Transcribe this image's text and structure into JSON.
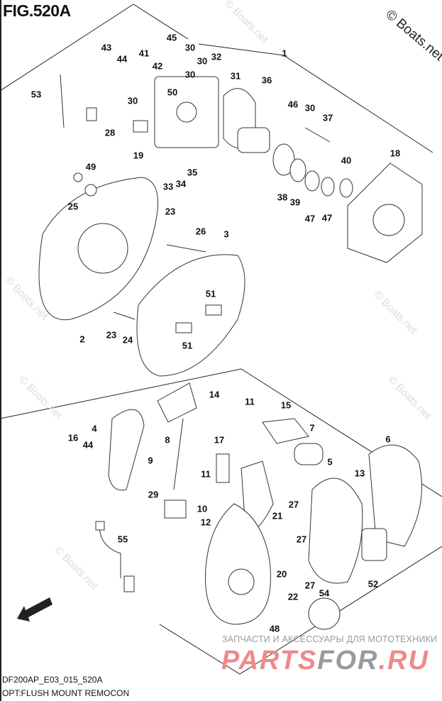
{
  "figure": {
    "title": "FIG.520A",
    "copyright": "© Boats.net",
    "watermark": "© Boats.net",
    "model_code": "DF200AP_E03_015_520A",
    "subtitle": "OPT:FLUSH MOUNT REMOCON",
    "fwd_label": "FWD"
  },
  "callouts": [
    "45",
    "30",
    "43",
    "44",
    "41",
    "42",
    "30",
    "32",
    "1",
    "53",
    "50",
    "30",
    "31",
    "36",
    "30",
    "46",
    "30",
    "37",
    "28",
    "19",
    "35",
    "34",
    "33",
    "18",
    "40",
    "38",
    "39",
    "47",
    "47",
    "49",
    "25",
    "23",
    "26",
    "3",
    "51",
    "51",
    "2",
    "23",
    "24",
    "14",
    "11",
    "15",
    "7",
    "4",
    "8",
    "16",
    "44",
    "17",
    "6",
    "9",
    "11",
    "5",
    "13",
    "29",
    "10",
    "12",
    "21",
    "27",
    "55",
    "27",
    "20",
    "22",
    "27",
    "54",
    "52",
    "48"
  ],
  "ad": {
    "tagline": "ЗАПЧАСТИ И АКСЕССУАРЫ ДЛЯ МОТОТЕХНИКИ",
    "brand_left": "PARTS",
    "brand_mid": "FOR",
    "brand_right": ".RU"
  },
  "colors": {
    "line": "#222222",
    "brand_red": "#ee8a8a",
    "brand_grey": "#9a9a9a"
  }
}
